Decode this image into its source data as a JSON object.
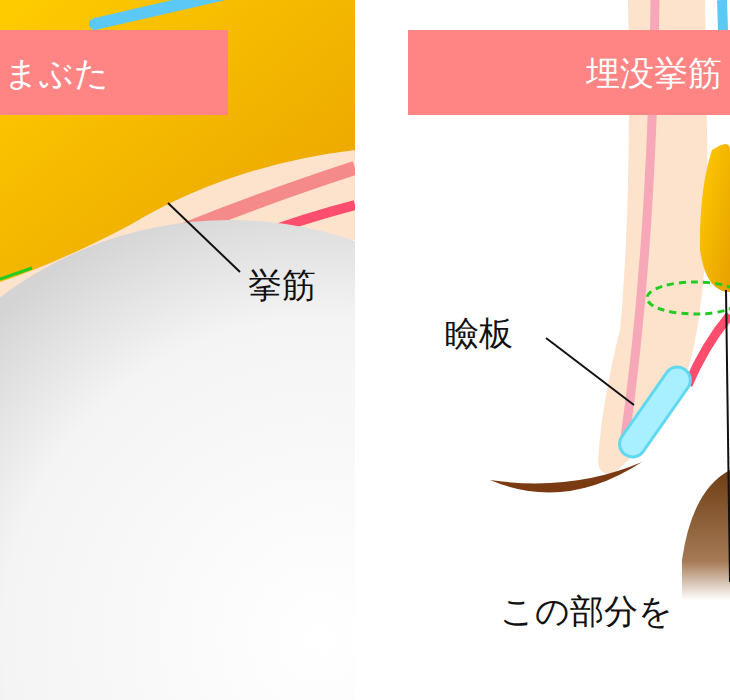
{
  "diagram": {
    "nodes": [
      {
        "text": [
          "まぶた"
        ]
      },
      {
        "text": [
          "埋没挙筋"
        ]
      }
    ],
    "labels": [
      "挙筋",
      "瞼板",
      "この部分を"
    ]
  }
}
